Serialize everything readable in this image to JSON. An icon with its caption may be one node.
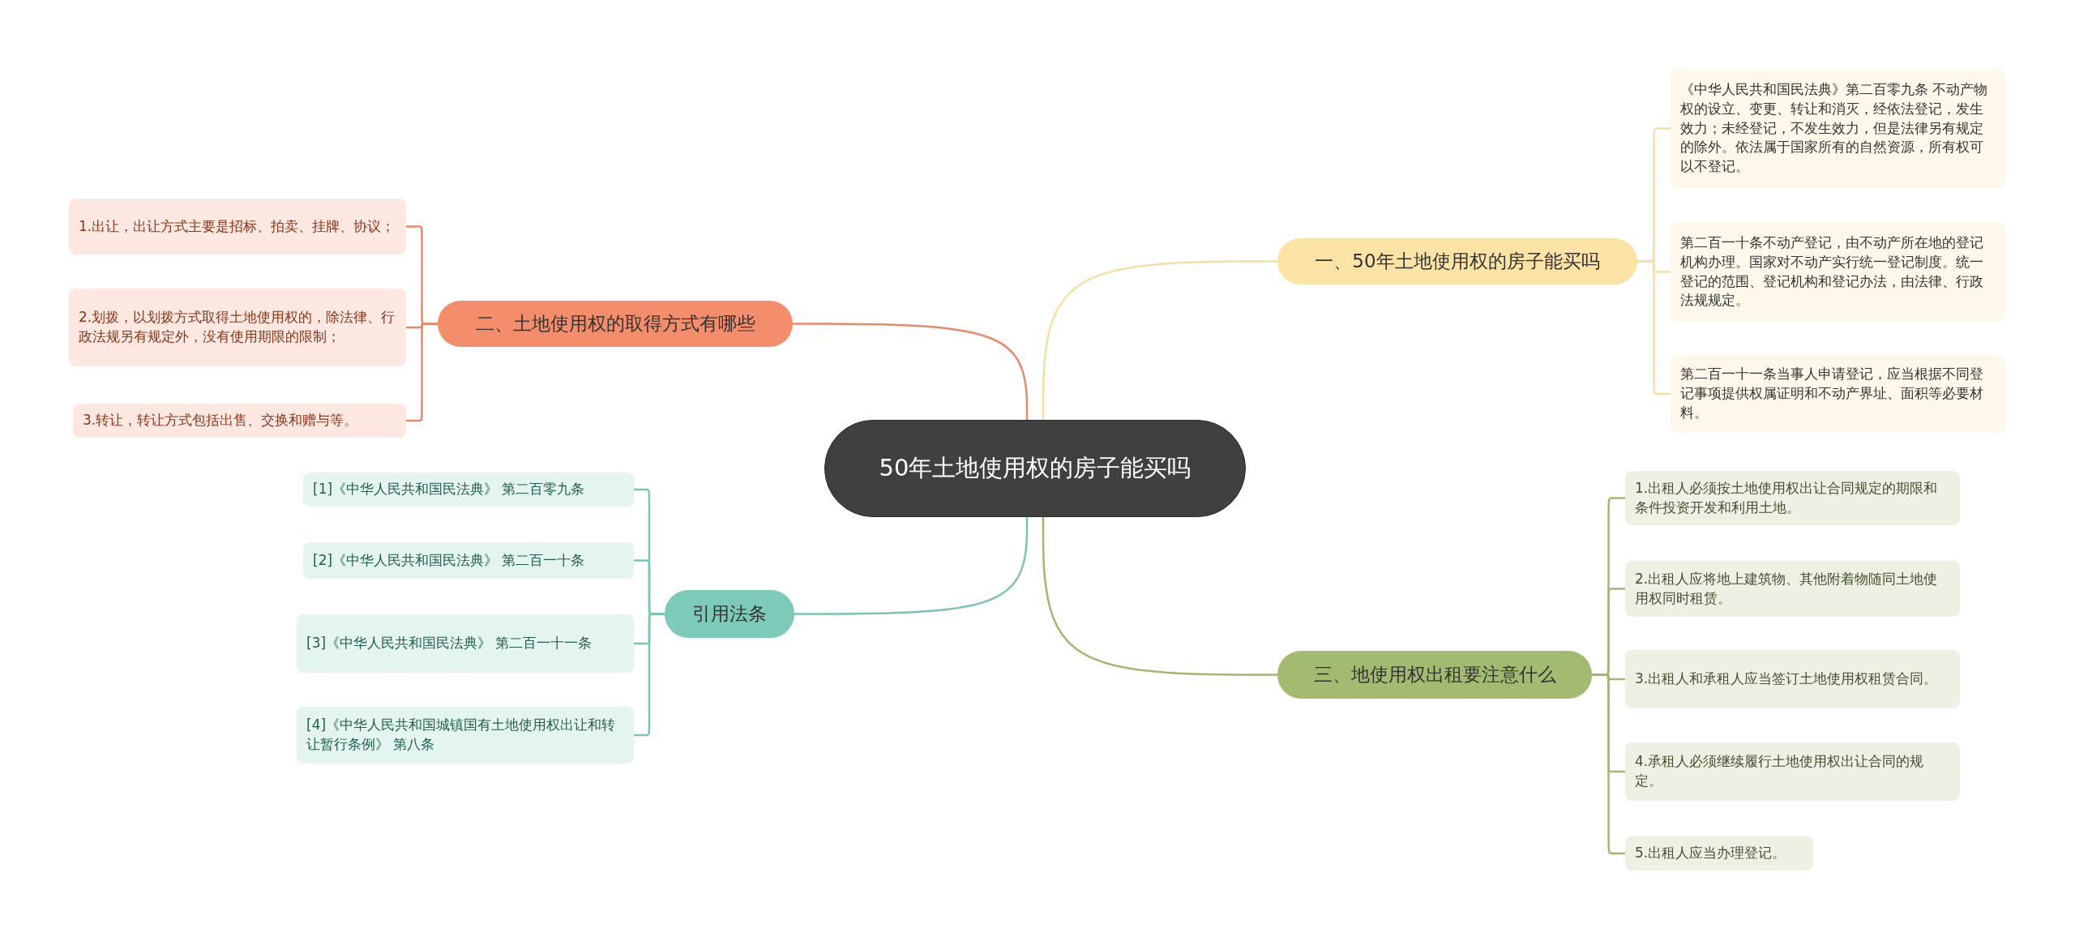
{
  "diagram": {
    "nodes": [
      {
        "text": [
          "50年土地使用权的房子能买吗"
        ]
      },
      {
        "text": [
          "一、50年土地使用权的房子能买吗"
        ]
      },
      {
        "text": [
          "《中华人民共和国民法典》第二百零九条 不动产物权的设立、变更、转让和消灭，经依法登记，发生效力；未经登记，不发生效力，但是法律另有规定的除外。依法属于国家所有的自然资源，所有权可以不登记。"
        ]
      },
      {
        "text": [
          "第二百一十条不动产登记，由不动产所在地的登记机构办理。国家对不动产实行统一登记制度。统一登记的范围、登记机构和登记办法，由法律、行政法规规定。"
        ]
      },
      {
        "text": [
          "第二百一十一条当事人申请登记，应当根据不同登记事项提供权属证明和不动产界址、面积等必要材料。"
        ]
      },
      {
        "text": [
          "三、地使用权出租要注意什么"
        ]
      },
      {
        "text": [
          "1.出租人必须按土地使用权出让合同规定的期限和条件投资开发和利用土地。"
        ]
      },
      {
        "text": [
          "2.出租人应将地上建筑物、其他附着物随同土地使用权同时租赁。"
        ]
      },
      {
        "text": [
          "3.出租人和承租人应当签订土地使用权租赁合同。"
        ]
      },
      {
        "text": [
          "4.承租人必须继续履行土地使用权出让合同的规定。"
        ]
      },
      {
        "text": [
          "5.出租人应当办理登记。"
        ]
      },
      {
        "text": [
          "引用法条"
        ]
      },
      {
        "text": [
          "[1]《中华人民共和国民法典》 第二百零九条"
        ]
      },
      {
        "text": [
          "[2]《中华人民共和国民法典》 第二百一十条"
        ]
      },
      {
        "text": [
          "[3]《中华人民共和国民法典》 第二百一十一条"
        ]
      },
      {
        "text": [
          "[4]《中华人民共和国城镇国有土地使用权出让和转让暂行条例》 第八条"
        ]
      },
      {
        "text": [
          "二、土地使用权的取得方式有哪些"
        ]
      },
      {
        "text": [
          "1.出让，出让方式主要是招标、拍卖、挂牌、协议；"
        ]
      },
      {
        "text": [
          "2.划拨，以划拨方式取得土地使用权的，除法律、行政法规另有规定外，没有使用期限的限制；"
        ]
      },
      {
        "text": [
          "3.转让，转让方式包括出售、交换和赠与等。"
        ]
      }
    ],
    "edges": [
      {
        "from": 0,
        "to": 1,
        "arrow": "none",
        "color": "#f5dfa5"
      },
      {
        "from": 1,
        "to": 2,
        "arrow": "none",
        "color": "#f5dfa5"
      },
      {
        "from": 1,
        "to": 3,
        "arrow": "none",
        "color": "#f5dfa5"
      },
      {
        "from": 1,
        "to": 4,
        "arrow": "none",
        "color": "#f5dfa5"
      },
      {
        "from": 0,
        "to": 5,
        "arrow": "none",
        "color": "#a3b672"
      },
      {
        "from": 5,
        "to": 6,
        "arrow": "none",
        "color": "#a3b672"
      },
      {
        "from": 5,
        "to": 7,
        "arrow": "none",
        "color": "#a3b672"
      },
      {
        "from": 5,
        "to": 8,
        "arrow": "none",
        "color": "#a3b672"
      },
      {
        "from": 5,
        "to": 9,
        "arrow": "none",
        "color": "#a3b672"
      },
      {
        "from": 5,
        "to": 10,
        "arrow": "none",
        "color": "#a3b672"
      },
      {
        "from": 0,
        "to": 11,
        "arrow": "none",
        "color": "#7cc3b3"
      },
      {
        "from": 11,
        "to": 12,
        "arrow": "none",
        "color": "#7cc3b3"
      },
      {
        "from": 11,
        "to": 13,
        "arrow": "none",
        "color": "#7cc3b3"
      },
      {
        "from": 11,
        "to": 14,
        "arrow": "none",
        "color": "#7cc3b3"
      },
      {
        "from": 11,
        "to": 15,
        "arrow": "none",
        "color": "#7cc3b3"
      },
      {
        "from": 0,
        "to": 16,
        "arrow": "none",
        "color": "#e9896a"
      },
      {
        "from": 16,
        "to": 17,
        "arrow": "none",
        "color": "#e9896a"
      },
      {
        "from": 16,
        "to": 18,
        "arrow": "none",
        "color": "#e9896a"
      },
      {
        "from": 16,
        "to": 19,
        "arrow": "none",
        "color": "#e9896a"
      }
    ]
  }
}
